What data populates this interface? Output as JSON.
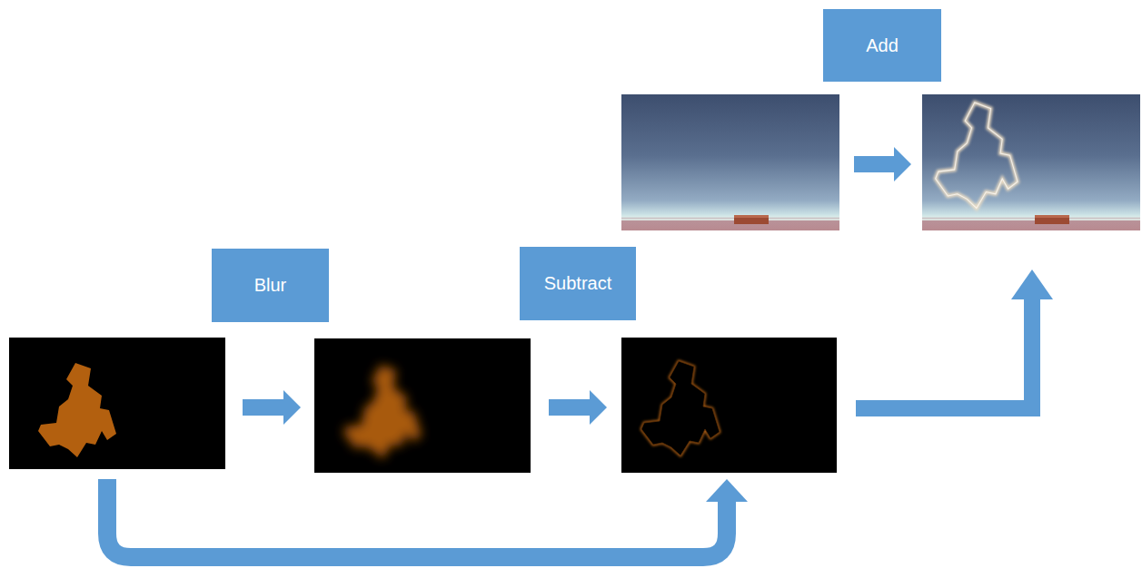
{
  "diagram": {
    "nodes": [
      {
        "text": [
          "Add"
        ]
      },
      {
        "text": [
          "Blur"
        ]
      },
      {
        "text": [
          "Subtract"
        ]
      }
    ]
  }
}
